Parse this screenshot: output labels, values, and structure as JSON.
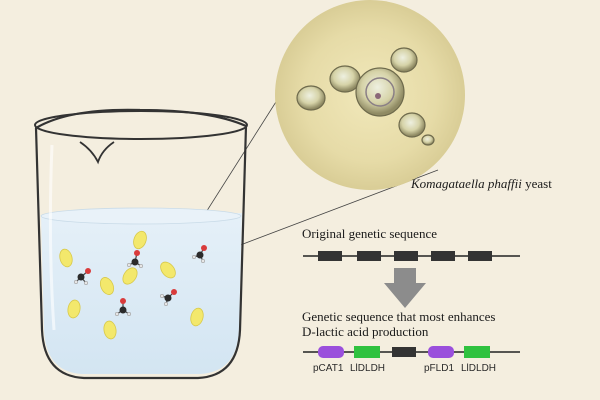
{
  "yeast_caption": {
    "species": "Komagataella phaffii",
    "suffix": " yeast"
  },
  "original_sequence": {
    "label": "Original genetic sequence"
  },
  "modified_sequence": {
    "label_line1": "Genetic sequence that most enhances",
    "label_line2": "D-lactic acid production",
    "gene_labels": [
      "pCAT1",
      "LlDLDH",
      "pFLD1",
      "LlDLDH"
    ]
  },
  "colors": {
    "background": "#f4eedf",
    "gene_block": "#333333",
    "promoter": "#9a4fdc",
    "ldh_gene": "#2fc23f",
    "arrow": "#8c8c8c",
    "water": "#dcebf5"
  }
}
